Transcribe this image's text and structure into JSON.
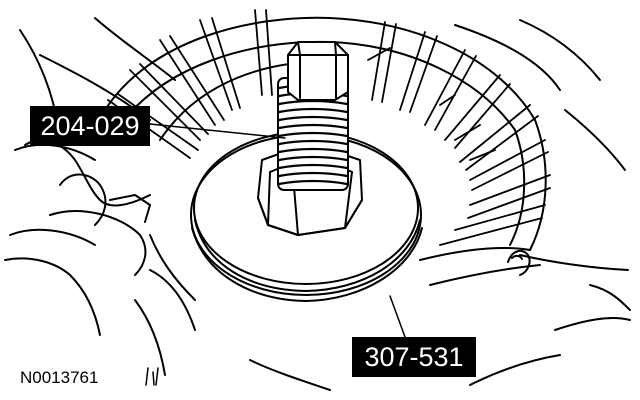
{
  "callouts": {
    "tool_1": "204-029",
    "tool_2": "307-531"
  },
  "figure_id": "N0013761",
  "colors": {
    "ink": "#000000",
    "paper": "#ffffff"
  }
}
